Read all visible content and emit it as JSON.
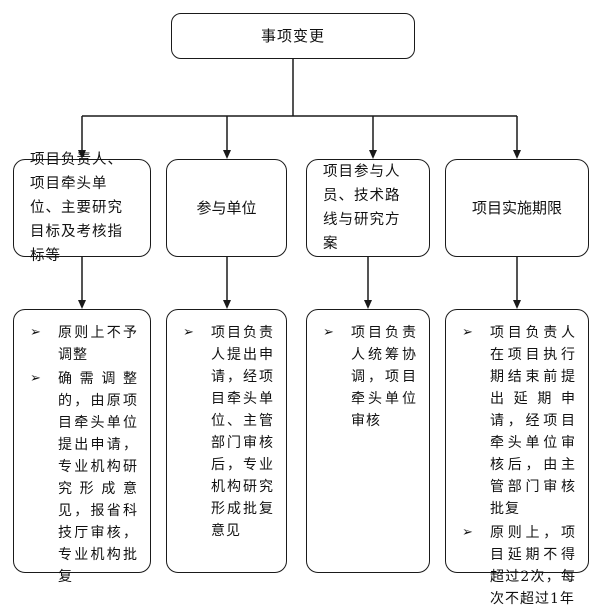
{
  "root": {
    "label": "事项变更"
  },
  "categories": [
    {
      "label": "项目负责人、项目牵头单位、主要研究目标及考核指标等"
    },
    {
      "label": "参与单位"
    },
    {
      "label": "项目参与人员、技术路线与研究方案"
    },
    {
      "label": "项目实施期限"
    }
  ],
  "details": [
    {
      "items": [
        {
          "text": "原则上不予调整"
        },
        {
          "text": "确需调整的，由原项目牵头单位提出申请，专业机构研究形成意见，报省科技厅审核，专业机构批复"
        }
      ]
    },
    {
      "items": [
        {
          "text": "项目负责人提出申请，经项目牵头单位、主管部门审核后，专业机构研究形成批复意见"
        }
      ]
    },
    {
      "items": [
        {
          "text": "项目负责人统筹协调，项目牵头单位审核"
        }
      ]
    },
    {
      "items": [
        {
          "text": "项目负责人在项目执行期结束前提出延期申请，经项目牵头单位审核后，由主管部门审核批复"
        },
        {
          "text": "原则上，项目延期不得超过2次，每次不超过1年"
        }
      ]
    }
  ],
  "bullet_glyph": "➢"
}
